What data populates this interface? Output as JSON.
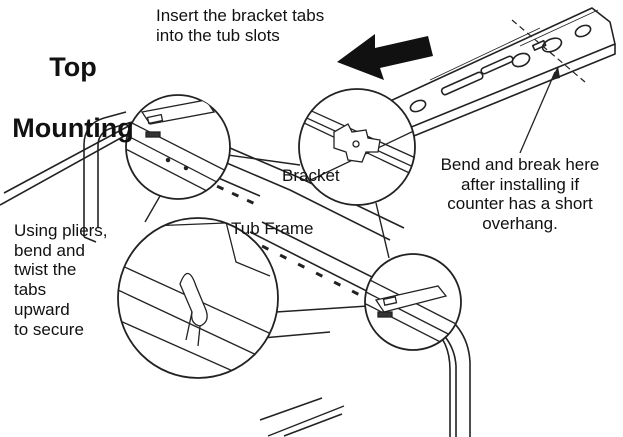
{
  "heading": {
    "line1": "Top",
    "line2": "Mounting"
  },
  "labels": {
    "insert": "Insert the bracket tabs\ninto the tub slots",
    "bracket": "Bracket",
    "tub_frame": "Tub Frame",
    "bend_break": "Bend and break here\nafter installing if\ncounter has a short\noverhang.",
    "pliers": "Using pliers,\nbend and\ntwist the\ntabs\nupward\nto secure"
  },
  "colors": {
    "line": "#222222",
    "arrow": "#111111",
    "background": "#ffffff"
  }
}
